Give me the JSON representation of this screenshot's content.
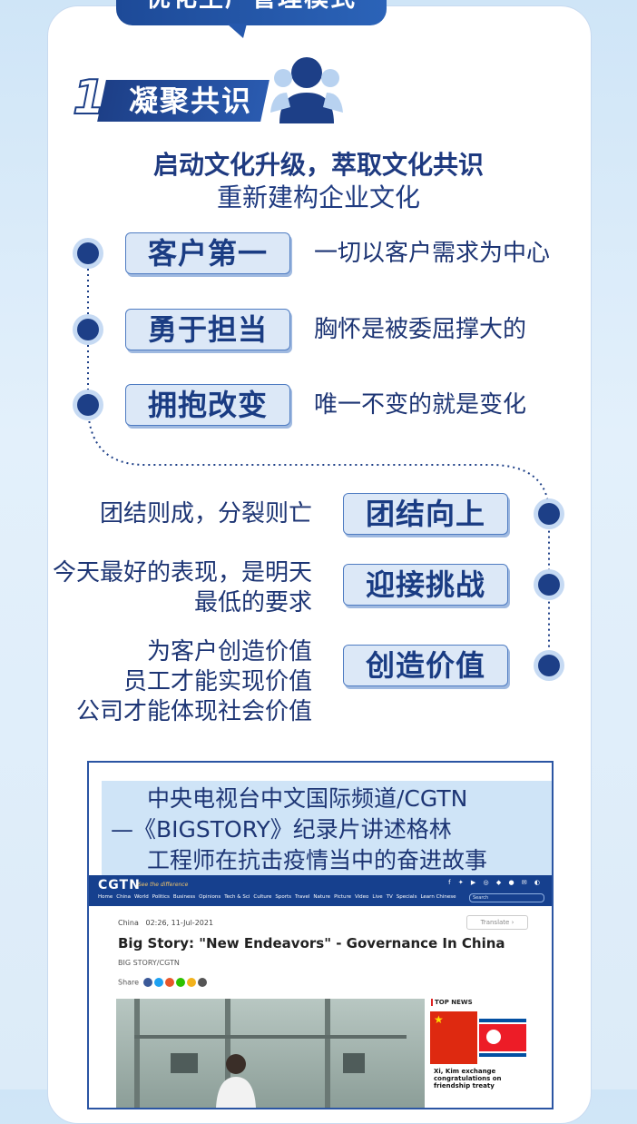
{
  "banner": {
    "title": "优化生产管理模式"
  },
  "section": {
    "number": "1",
    "title": "凝聚共识"
  },
  "headline": "启动文化升级，萃取文化共识",
  "subline": "重新建构企业文化",
  "values_left": [
    {
      "tag": "客户第一",
      "desc": "一切以客户需求为中心"
    },
    {
      "tag": "勇于担当",
      "desc": "胸怀是被委屈撑大的"
    },
    {
      "tag": "拥抱改变",
      "desc": "唯一不变的就是变化"
    }
  ],
  "values_right": [
    {
      "tag": "团结向上",
      "desc_lines": [
        "团结则成，分裂则亡"
      ]
    },
    {
      "tag": "迎接挑战",
      "desc_lines": [
        "今天最好的表现，是明天",
        "最低的要求"
      ]
    },
    {
      "tag": "创造价值",
      "desc_lines": [
        "为客户创造价值",
        "员工才能实现价值",
        "公司才能体现社会价值"
      ]
    }
  ],
  "video": {
    "caption_lines": [
      "中央电视台中文国际频道/CGTN",
      "—《BIGSTORY》纪录片讲述格林",
      "工程师在抗击疫情当中的奋进故事"
    ],
    "site": {
      "logo": "CGTN",
      "slogan": "See the difference",
      "nav": [
        "Home",
        "China",
        "World",
        "Politics",
        "Business",
        "Opinions",
        "Tech & Sci",
        "Culture",
        "Sports",
        "Travel",
        "Nature",
        "Picture",
        "Video",
        "Live",
        "TV",
        "Specials",
        "Learn Chinese"
      ],
      "search_placeholder": "Search"
    },
    "article": {
      "category": "China",
      "datetime": "02:26, 11-Jul-2021",
      "translate": "Translate",
      "title": "Big Story: \"New Endeavors\" - Governance In China",
      "source": "BIG STORY/CGTN",
      "share": "Share"
    },
    "top_news": {
      "heading": "TOP NEWS",
      "item": "Xi, Kim exchange congratulations on friendship treaty"
    }
  },
  "colors": {
    "primary": "#1d3f87",
    "tag_bg": "#dce8f7",
    "dot_halo": "#c6daf3"
  }
}
